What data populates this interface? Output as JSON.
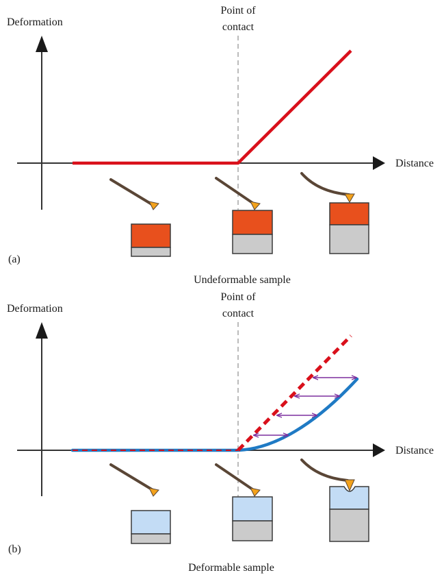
{
  "colors": {
    "axis": "#333333",
    "red_curve": "#d9101b",
    "blue_curve": "#1f7ac4",
    "orange_sample": "#e8501d",
    "light_blue_sample": "#c3dcf5",
    "substrate_gray": "#cbcbcb",
    "cantilever": "#5a4636",
    "tip": "#f3a21c",
    "compare_arrow": "#7b2f9e",
    "contact_dashed": "#bbbbbb"
  },
  "panel_a": {
    "panel_label": "(a)",
    "y_axis_label": "Deformation",
    "x_axis_label": "Distance",
    "contact_label_line1": "Point of",
    "contact_label_line2": "contact",
    "caption": "Undeformable sample",
    "curve": "rigid-linear",
    "sample_stages": [
      "before-contact",
      "at-contact",
      "after-contact-cantilever-bent"
    ]
  },
  "panel_b": {
    "panel_label": "(b)",
    "y_axis_label": "Deformation",
    "x_axis_label": "Distance",
    "contact_label_line1": "Point of",
    "contact_label_line2": "contact",
    "caption": "Deformable sample",
    "curve": "deformable-nonlinear",
    "reference": "rigid-linear-dashed",
    "indentation_arrows": 4,
    "sample_stages": [
      "before-contact",
      "at-contact",
      "after-contact-indented"
    ]
  }
}
